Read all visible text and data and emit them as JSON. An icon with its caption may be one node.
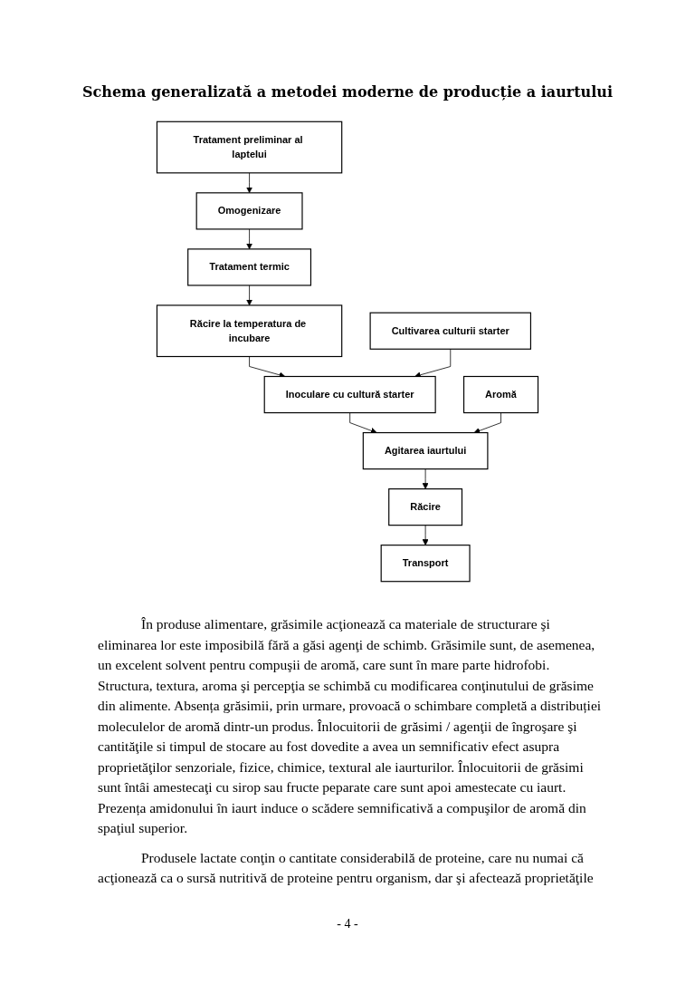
{
  "diagram": {
    "title": "Schema generalizată a metodei moderne de producție a iaurtului",
    "nodes": [
      {
        "text": [
          "Tratament preliminar al laptelui"
        ]
      },
      {
        "text": [
          "Omogenizare"
        ]
      },
      {
        "text": [
          "Tratament termic"
        ]
      },
      {
        "text": [
          "Cultivarea culturii starter"
        ]
      },
      {
        "text": [
          "Răcire la temperatura de incubare"
        ]
      },
      {
        "text": [
          "Inoculare cu cultură starter"
        ]
      },
      {
        "text": [
          "Aromă"
        ]
      },
      {
        "text": [
          "Agitarea iaurtului"
        ]
      },
      {
        "text": [
          "Răcire"
        ]
      },
      {
        "text": [
          "Transport"
        ]
      }
    ],
    "edges": [
      {
        "from": 0,
        "to": 1,
        "arrow": "to"
      },
      {
        "from": 1,
        "to": 2,
        "arrow": "to"
      },
      {
        "from": 2,
        "to": 4,
        "arrow": "to"
      },
      {
        "from": 4,
        "to": 5,
        "arrow": "to"
      },
      {
        "from": 3,
        "to": 5,
        "arrow": "to"
      },
      {
        "from": 5,
        "to": 7,
        "arrow": "to"
      },
      {
        "from": 6,
        "to": 7,
        "arrow": "to"
      },
      {
        "from": 7,
        "to": 8,
        "arrow": "to"
      },
      {
        "from": 8,
        "to": 9,
        "arrow": "to"
      }
    ],
    "labels": [
      "În produse alimentare, grăsimile acţionează ca materiale de structurare şi eliminarea lor este imposibilă fără a găsi agenţi de schimb. Grăsimile sunt, de asemenea, un excelent solvent pentru compuşii de aromă, care sunt în mare parte hidrofobi.  Structura, textura, aroma şi percepţia se schimbă cu modificarea conţinutului de grăsime din alimente. Absența grăsimii, prin urmare, provoacă o schimbare completă a distribuției moleculelor de aromă dintr-un produs. Înlocuitorii de grăsimi / agenţii de îngroşare şi cantităţile si timpul de stocare au fost dovedite a avea un semnificativ efect asupra proprietăţilor senzoriale, fizice, chimice, textural ale iaurturilor. Înlocuitorii de grăsimi sunt întâi amestecaţi cu sirop sau fructe peparate care sunt apoi amestecate cu iaurt.  Prezența amidonului în iaurt induce o scădere semnificativă a compuşilor de aromă din spaţiul superior.",
      "Produsele lactate conţin o cantitate considerabilă de proteine, care nu numai că acţionează ca o sursă nutritivă de proteine pentru organism, dar şi afectează proprietăţile",
      "- 4 -"
    ]
  }
}
